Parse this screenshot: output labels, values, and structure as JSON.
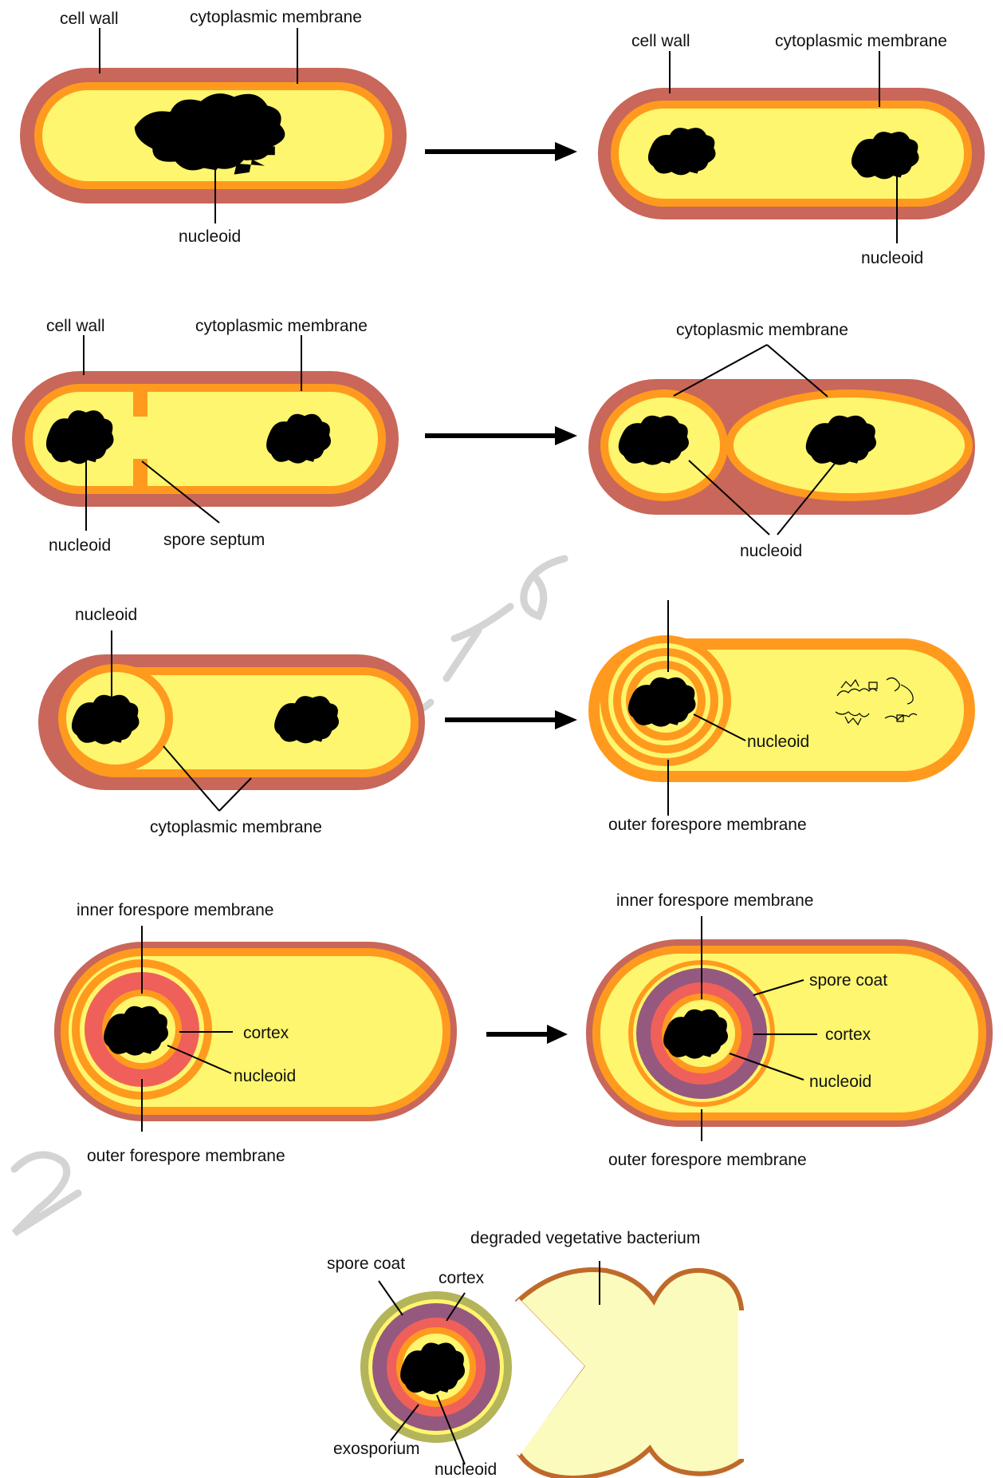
{
  "labels": {
    "cell_wall": "cell wall",
    "cytoplasmic_membrane": "cytoplasmic membrane",
    "nucleoid": "nucleoid",
    "spore_septum": "spore septum",
    "outer_forespore_membrane": "outer forespore membrane",
    "inner_forespore_membrane": "inner forespore membrane",
    "cortex": "cortex",
    "spore_coat": "spore coat",
    "exosporium": "exosporium",
    "degraded_vegetative_bacterium": "degraded vegetative bacterium"
  },
  "colors": {
    "cell_wall": "#c8675a",
    "membrane": "#ff9a1e",
    "cytoplasm": "#fdf66e",
    "cortex": "#f0605a",
    "spore_coat": "#95597f",
    "exosporium": "#b4b45a",
    "degraded_fill": "#fbfbbe",
    "degraded_edge": "#bf6a2a",
    "watermark": "#d4d4d4"
  }
}
